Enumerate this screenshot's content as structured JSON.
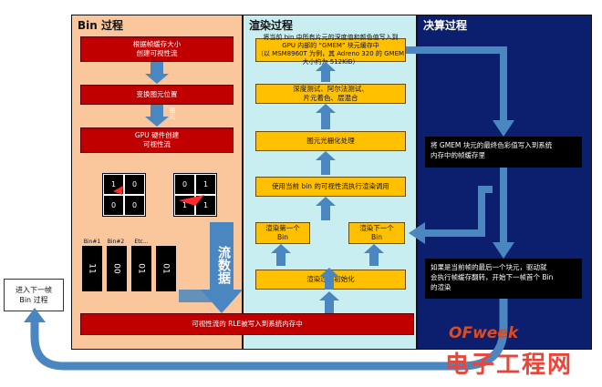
{
  "panels": {
    "bin": "Bin 过程",
    "render": "渲染过程",
    "resolve": "决算过程"
  },
  "bin_steps": {
    "frame_size_line1": "根据帧缓存大小",
    "frame_size_line2": "创建可视性流",
    "transform": "变换图元位置",
    "gpu_line1": "GPU 硬件创建",
    "gpu_line2": "可视性流"
  },
  "labels": {
    "primitive": "图元",
    "stream_data": "流数据"
  },
  "bin_grids": {
    "grid1": [
      "1",
      "0",
      "0",
      "0"
    ],
    "grid2": [
      "0",
      "1",
      "1",
      "1"
    ]
  },
  "bins": {
    "headers": [
      "Bin#1",
      "Bin#2",
      "Etc...",
      ""
    ],
    "values": [
      "11",
      "00",
      "01",
      "01"
    ]
  },
  "render_steps": {
    "write_line1": "将当前 bin 中所有片元的深度值和颜色值写入到 GPU 内部的 “GMEM” 块元缓存中",
    "write_line2": "（以 MSM8960T 为例，其 Adreno 320 的 GMEM 大小约为 512KiB）",
    "depth_line1": "深度测试、阿尔法测试、",
    "depth_line2": "片元着色、层混合",
    "raster": "图元光栅化处理",
    "use_stream": "使用当前 bin 的可视性流执行渲染调用",
    "first_bin_line1": "渲染第一个",
    "first_bin_line2": "Bin",
    "next_bin_line1": "渲染下一个",
    "next_bin_line2": "Bin",
    "init": "渲染过程初始化"
  },
  "resolve_steps": {
    "gmem_line1": "将 GMEM 块元的最终色彩值写入到系统",
    "gmem_line2": "内存中的帧缓存里",
    "last_line1": "如果是当前帧的最后一个块元，驱动就",
    "last_line2": "会执行帧缓存翻转，开始下一帧首个 Bin",
    "last_line3": "的渲染"
  },
  "bottom_bar": "可视性流的 RLE被写入到系统内存中",
  "next_frame": {
    "line1": "进入下一帧",
    "line2": "Bin 过程"
  },
  "watermark": {
    "brand": "OFweek",
    "site": "电子工程网"
  },
  "colors": {
    "bin_panel": "#f9c79b",
    "render_panel": "#c9eef2",
    "resolve_panel": "#0b1f6e",
    "red_step": "#c00000",
    "yellow_step": "#ffc000",
    "arrow_blue": "#4a86c0"
  }
}
